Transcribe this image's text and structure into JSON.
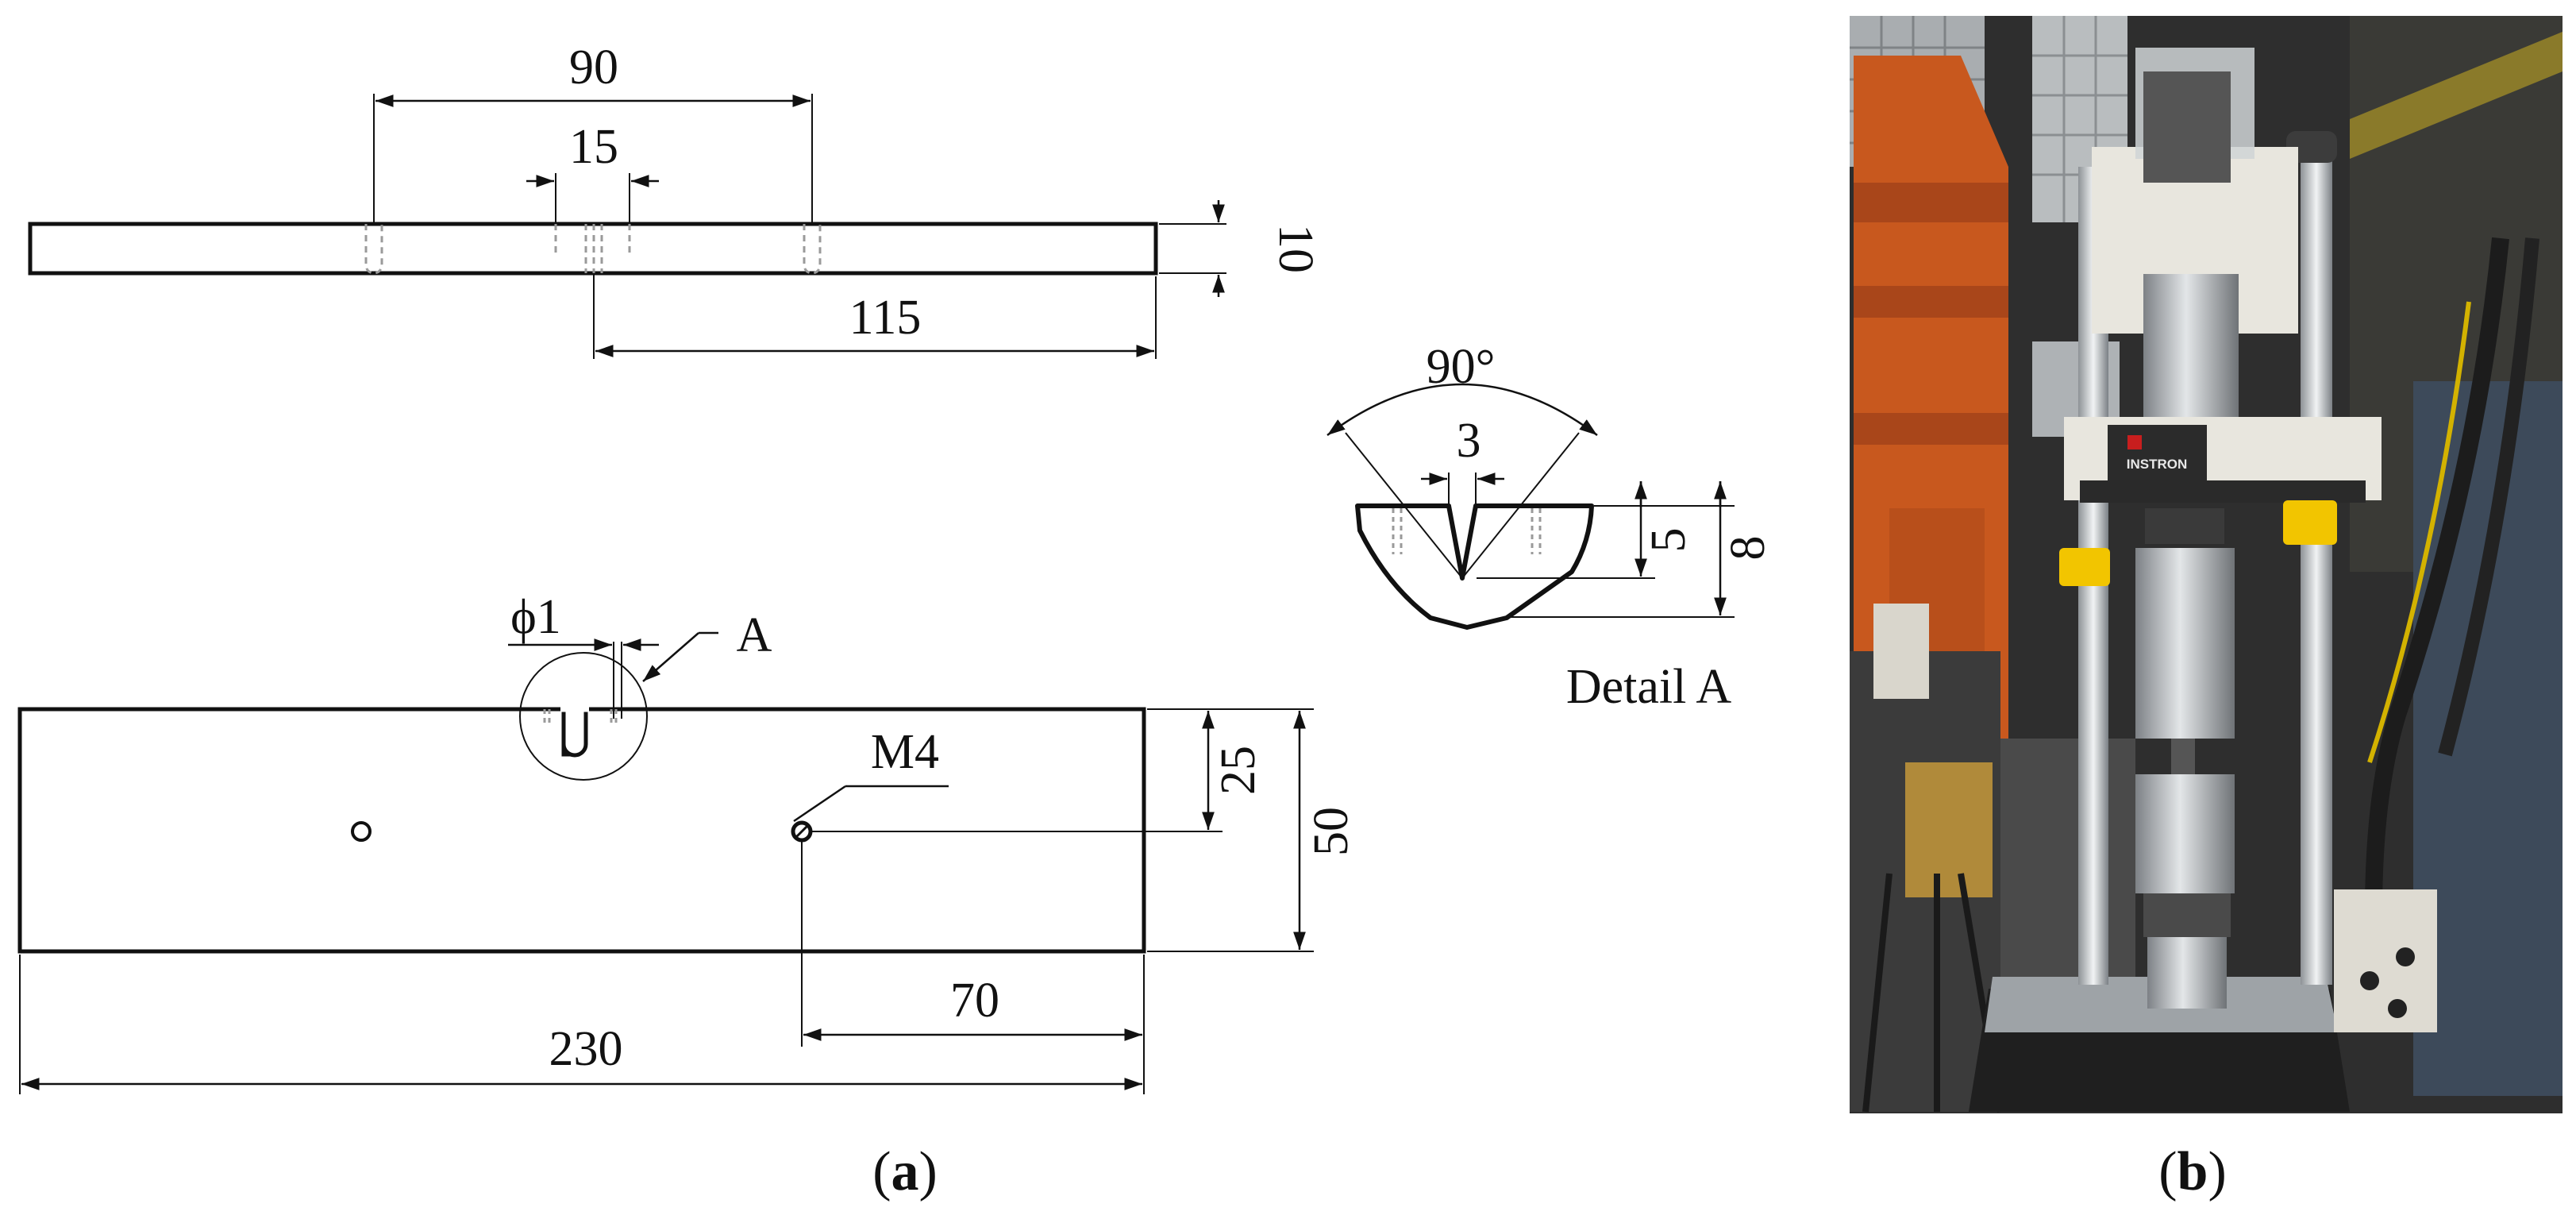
{
  "figure": {
    "panel_a": {
      "caption_open": "(",
      "caption_letter": "a",
      "caption_close": ")",
      "top_view": {
        "dim_90": "90",
        "dim_15": "15",
        "dim_10": "10",
        "dim_115": "115"
      },
      "front_view": {
        "hole_label": "ϕ1",
        "detail_callout": "A",
        "thread_label": "M4",
        "dim_25": "25",
        "dim_50": "50",
        "dim_70": "70",
        "dim_230": "230"
      },
      "detail": {
        "angle": "90°",
        "width_3": "3",
        "depth_5": "5",
        "depth_8": "8",
        "title": "Detail A"
      }
    },
    "panel_b": {
      "caption_open": "(",
      "caption_letter": "b",
      "caption_close": ")",
      "machine_brand": "INSTRON"
    }
  },
  "colors": {
    "line": "#111111",
    "hidden_line": "#9a9a9a",
    "photo_bg": "#2b2b2b",
    "machine_frame": "#e8e6de",
    "clamp_yellow": "#f2c500",
    "steel": "#c0c3c6",
    "orange_column": "#c8581e"
  }
}
